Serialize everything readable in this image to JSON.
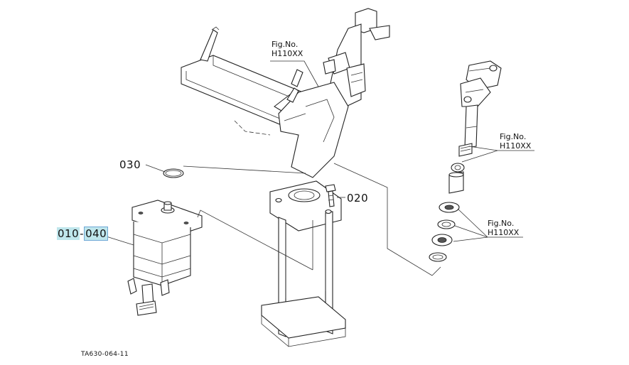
{
  "callouts": {
    "part_030": "030",
    "part_020": "020",
    "part_010": "010",
    "part_sep": "-",
    "part_040": "040"
  },
  "fig_refs": [
    {
      "line1": "Fig.No.",
      "line2": "H110XX"
    },
    {
      "line1": "Fig.No.",
      "line2": "H110XX"
    },
    {
      "line1": "Fig.No.",
      "line2": "H110XX"
    }
  ],
  "diagram_code": "TA630-064-11",
  "colors": {
    "highlight": "#bfe6ec",
    "highlight_border": "#6fa8d6",
    "line": "#222222"
  }
}
